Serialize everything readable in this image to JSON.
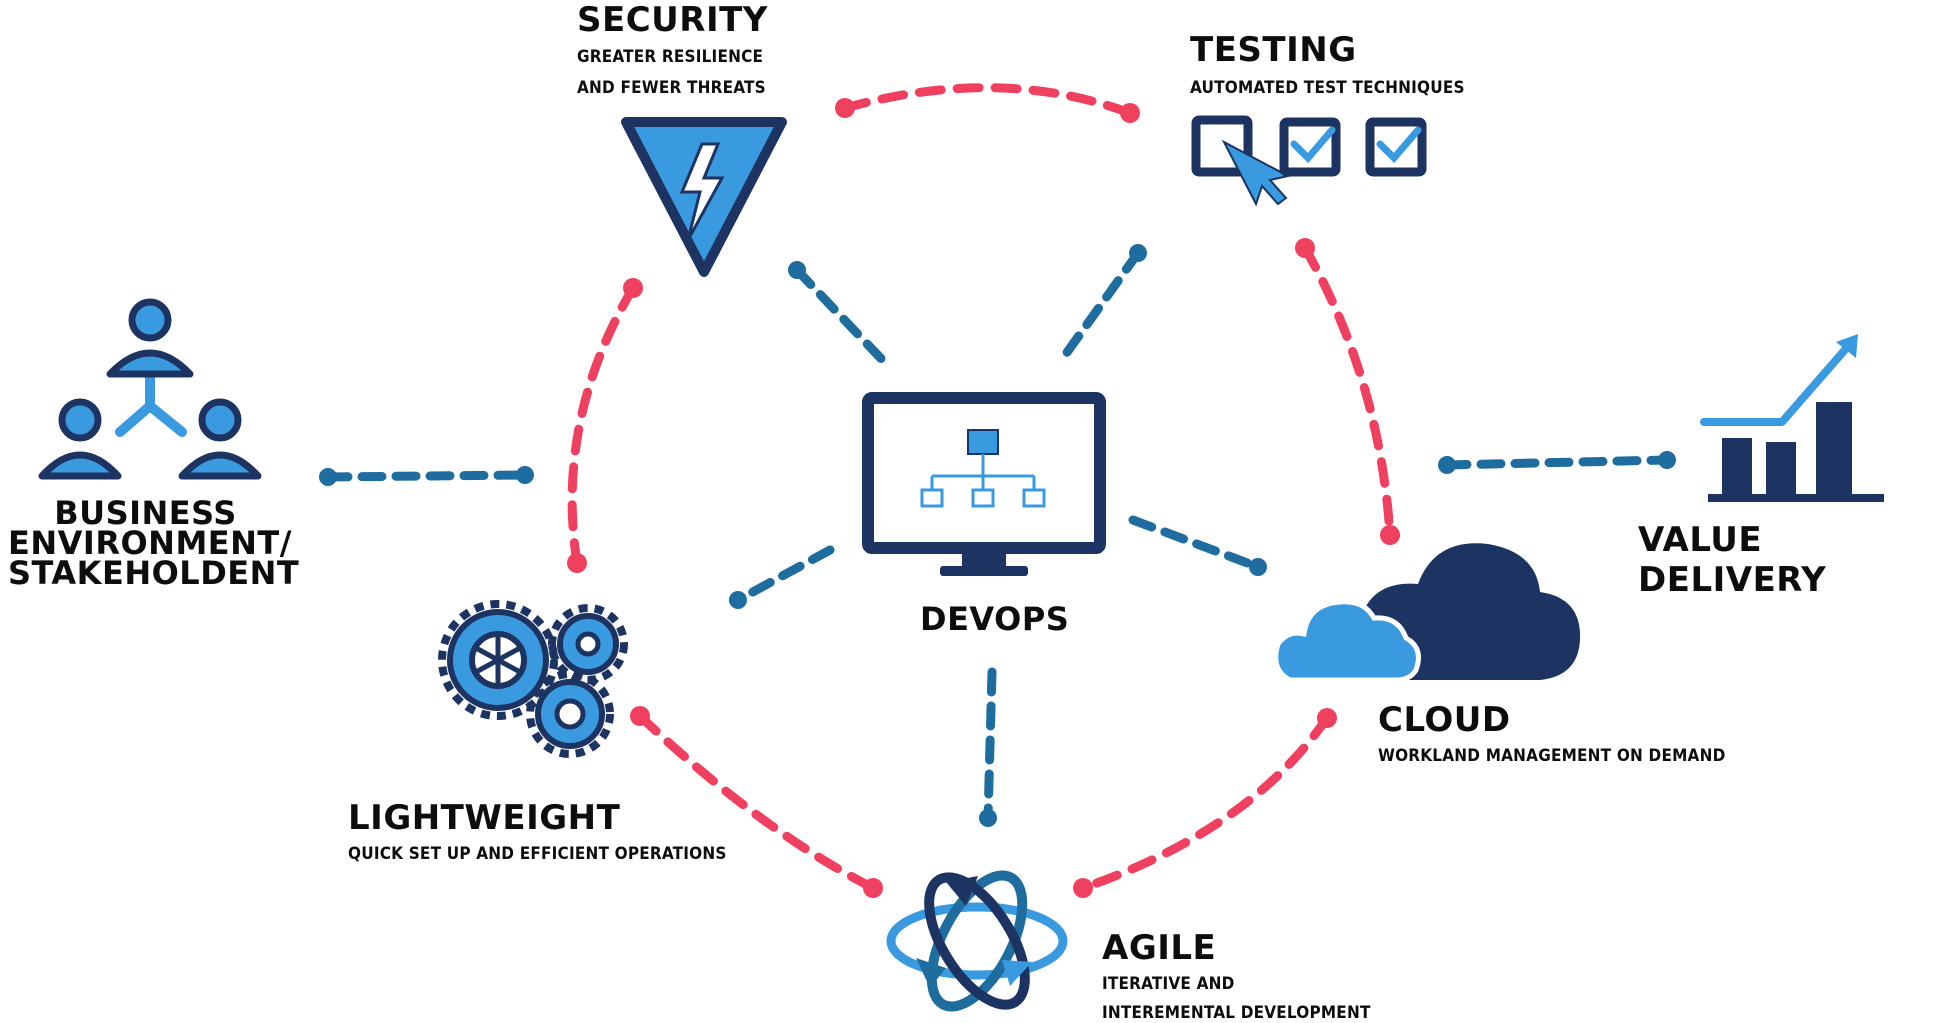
{
  "nodes": {
    "center": {
      "title": "DEVOPS"
    },
    "security": {
      "title": "SECURITY",
      "lines": [
        "GREATER RESILIENCE",
        "AND FEWER THREATS"
      ]
    },
    "testing": {
      "title": "TESTING",
      "lines": [
        "AUTOMATED TEST TECHNIQUES"
      ]
    },
    "business": {
      "lines": [
        "BUSINESS",
        "ENVIRONMENT/",
        "STAKEHOLDENT"
      ]
    },
    "value": {
      "title": "VALUE DELIVERY"
    },
    "cloud": {
      "title": "CLOUD",
      "lines": [
        "WORKLAND MANAGEMENT ON DEMAND"
      ]
    },
    "lightweight": {
      "title": "LIGHTWEIGHT",
      "lines": [
        "QUICK SET UP AND EFFICIENT OPERATIONS"
      ]
    },
    "agile": {
      "title": "AGILE",
      "lines": [
        "ITERATIVE AND",
        "INTEREMENTAL DEVELOPMENT"
      ]
    }
  },
  "colors": {
    "dark_navy": "#1d3361",
    "light_blue": "#3a9ae0",
    "dash_blue": "#1f6d9f",
    "dash_red": "#f0405f",
    "text": "#0d0d0d"
  }
}
